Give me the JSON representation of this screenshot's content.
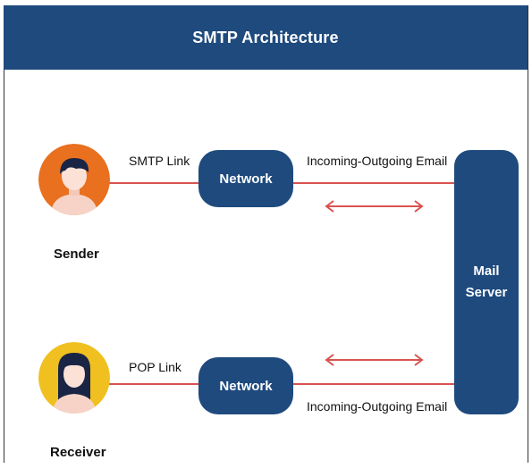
{
  "header": {
    "title": "SMTP Architecture"
  },
  "sender": {
    "label": "Sender",
    "link_label": "SMTP Link"
  },
  "receiver": {
    "label": "Receiver",
    "link_label": "POP Link"
  },
  "network_top": {
    "label": "Network"
  },
  "network_bottom": {
    "label": "Network"
  },
  "server": {
    "line1": "Mail",
    "line2": "Server"
  },
  "flow_top": {
    "label": "Incoming-Outgoing Email"
  },
  "flow_bottom": {
    "label": "Incoming-Outgoing Email"
  },
  "colors": {
    "header_bg": "#1e4a7e",
    "node_bg": "#1e4a7e",
    "link_line": "#d9534f",
    "sender_circle": "#e8701f",
    "receiver_circle": "#f0c020"
  }
}
